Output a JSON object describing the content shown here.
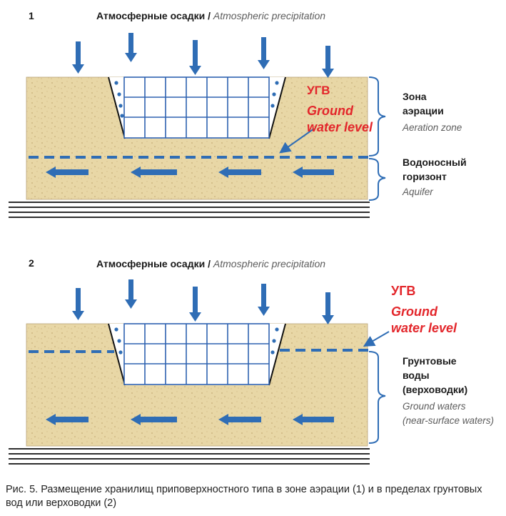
{
  "colors": {
    "soil": "#e8d7a6",
    "soil_dots": "#c9b07a",
    "arrow": "#2f6db5",
    "water_level": "#2f6db5",
    "ugv_red": "#e3262b",
    "text_dark": "#1a1a1a",
    "text_grey": "#5c5c5c",
    "grid_line": "#2e62b0"
  },
  "panel1": {
    "number": "1",
    "precip_ru": "Атмосферные осадки / ",
    "precip_en": "Atmospheric precipitation",
    "ugv_ru": "УГВ",
    "ugv_en_line1": "Ground",
    "ugv_en_line2": "water level",
    "zone_ru_line1": "Зона",
    "zone_ru_line2": "аэрации",
    "zone_en": "Aeration zone",
    "aquifer_ru_line1": "Водоносный",
    "aquifer_ru_line2": "горизонт",
    "aquifer_en": "Aquifer"
  },
  "panel2": {
    "number": "2",
    "precip_ru": "Атмосферные осадки / ",
    "precip_en": "Atmospheric precipitation",
    "ugv_ru": "УГВ",
    "ugv_en_line1": "Ground",
    "ugv_en_line2": "water level",
    "gw_ru_line1": "Грунтовые",
    "gw_ru_line2": "воды",
    "gw_ru_line3": "(верховодки)",
    "gw_en_line1": "Ground waters",
    "gw_en_line2": "(near-surface waters)"
  },
  "caption": "Рис. 5. Размещение хранилищ приповерхностного типа в зоне аэрации (1) и в пределах грунтовых вод или верховодки (2)",
  "icons": {
    "precipitation_arrow": "arrow-down-icon",
    "flow_arrow": "arrow-left-icon"
  }
}
